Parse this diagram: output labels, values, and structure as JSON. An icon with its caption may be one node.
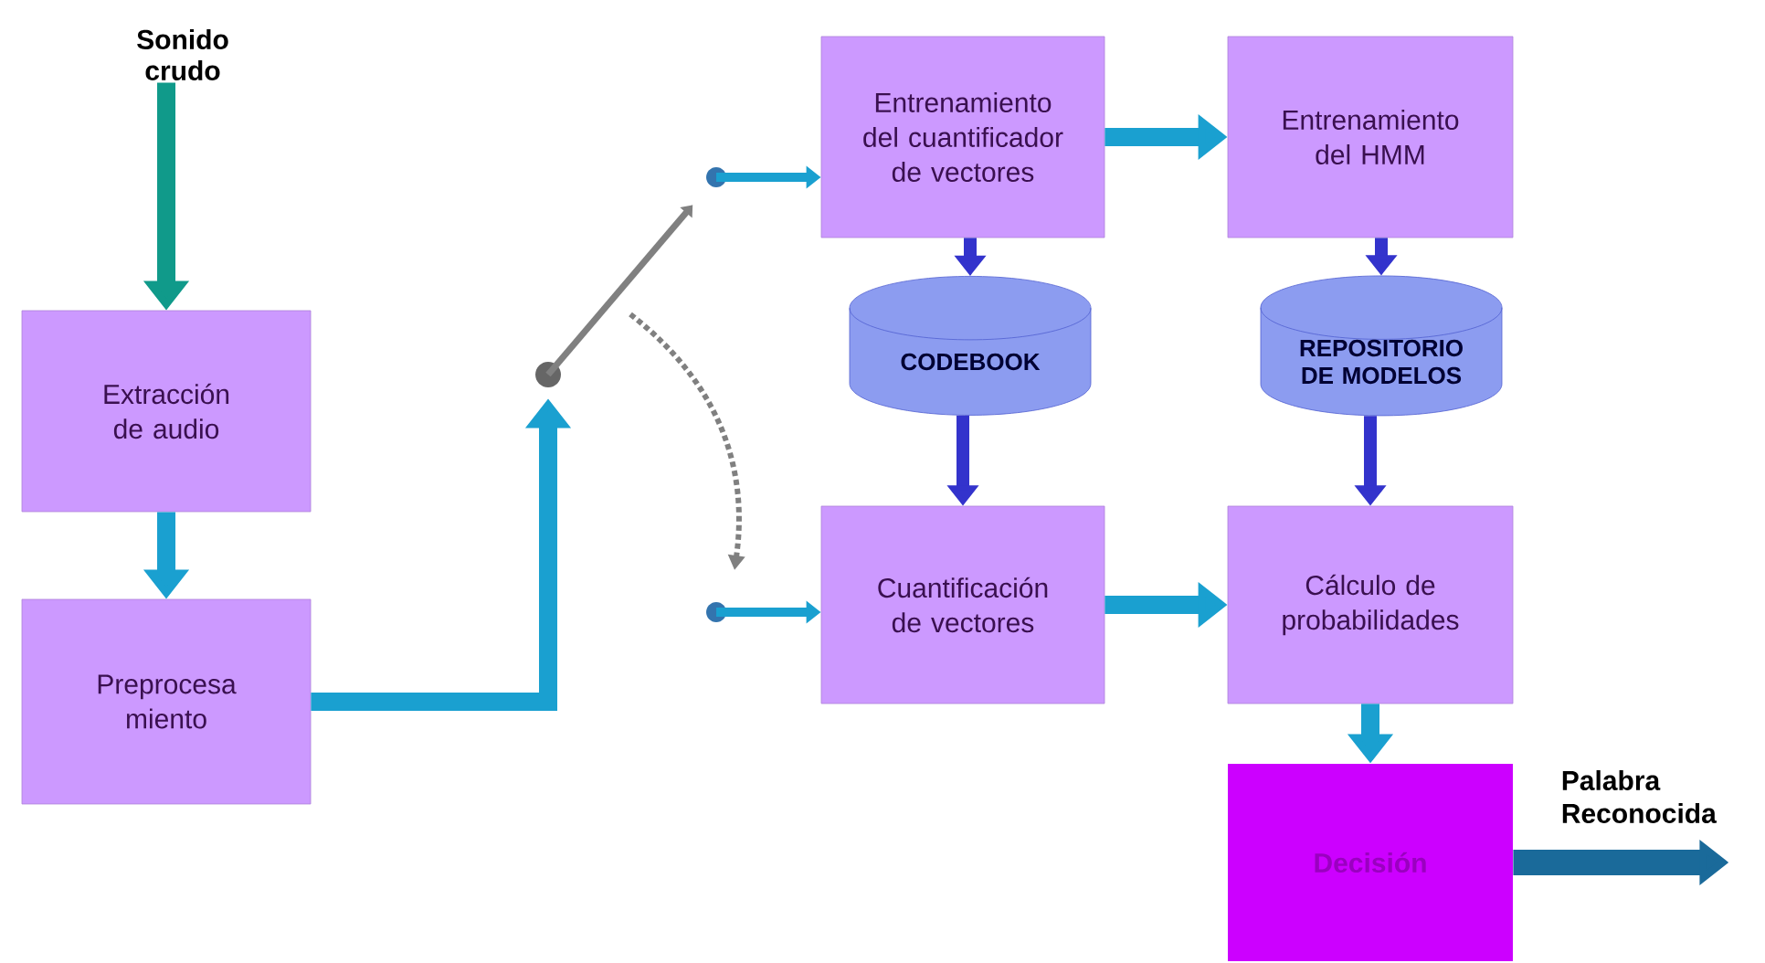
{
  "diagram": {
    "nodes": [
      {
        "text": [
          "Sonido crudo"
        ]
      },
      {
        "text": [
          "Extracción de audio"
        ]
      },
      {
        "text": [
          "Preprocesa miento"
        ]
      },
      {
        "text": [],
        "shape": "circle"
      },
      {
        "text": [],
        "shape": "circle"
      },
      {
        "text": [
          "Entrenamiento del cuantificador de vectores"
        ]
      },
      {
        "text": [
          "Entrenamiento del HMM"
        ]
      },
      {
        "text": [
          "CODEBOOK"
        ]
      },
      {
        "text": [
          "REPOSITORIO DE MODELOS"
        ]
      },
      {
        "text": [],
        "shape": "circle"
      },
      {
        "text": [
          "Cuantificación de vectores"
        ]
      },
      {
        "text": [
          "Cálculo de probabilidades"
        ]
      },
      {
        "text": [
          "Decisión"
        ]
      }
    ],
    "edges": [
      {
        "from": 0,
        "to": 1,
        "arrow": "to",
        "color": "#109a8a"
      },
      {
        "from": 1,
        "to": 2,
        "arrow": "to"
      },
      {
        "from": 2,
        "to": 3,
        "arrow": "to"
      },
      {
        "from": 3,
        "to": 4,
        "arrow": "to",
        "color": "#808080"
      },
      {
        "from": 4,
        "to": 5,
        "arrow": "to"
      },
      {
        "from": 5,
        "to": 6,
        "arrow": "to"
      },
      {
        "from": 5,
        "to": 7,
        "arrow": "to",
        "color": "#3333cc"
      },
      {
        "from": 6,
        "to": 8,
        "arrow": "to",
        "color": "#3333cc"
      },
      {
        "from": 7,
        "to": 10,
        "arrow": "to",
        "color": "#3333cc"
      },
      {
        "from": 8,
        "to": 11,
        "arrow": "to",
        "color": "#3333cc"
      },
      {
        "from": 9,
        "to": 10,
        "arrow": "to"
      },
      {
        "from": 10,
        "to": 11,
        "arrow": "to"
      },
      {
        "from": 11,
        "to": 12,
        "arrow": "to"
      },
      {
        "from": 12,
        "to": null,
        "arrow": "to",
        "color": "#1a6a9a",
        "style": "thick",
        "label": "Palabra Reconocida"
      }
    ]
  }
}
